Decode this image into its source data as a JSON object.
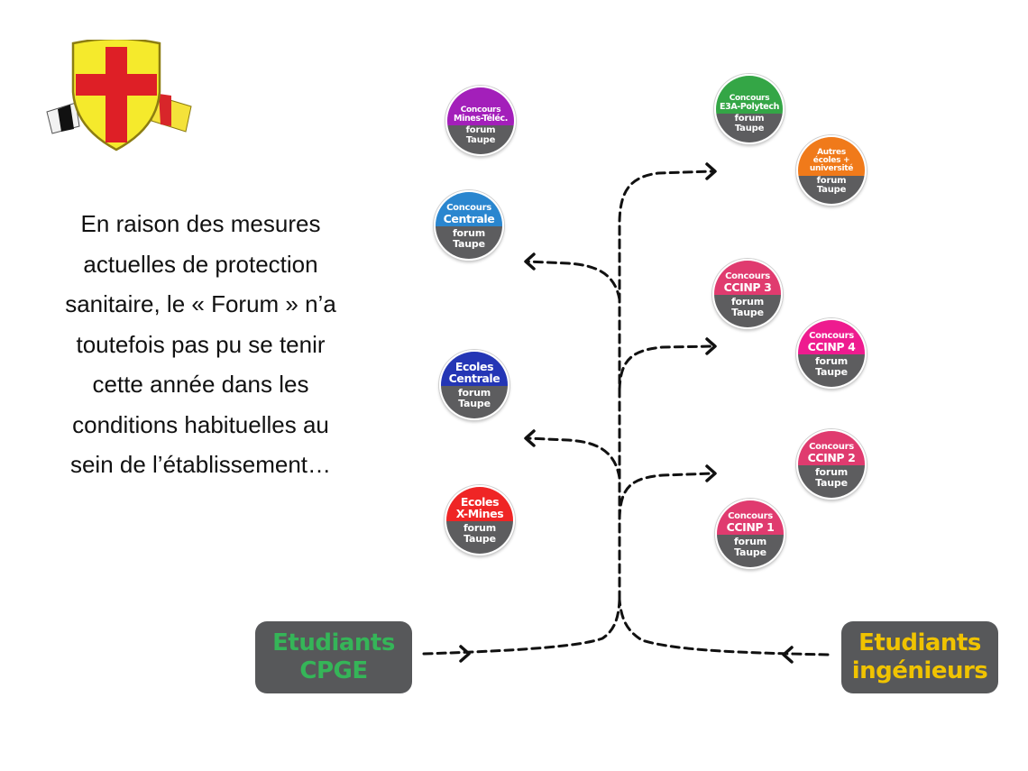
{
  "intro_lines": [
    "En raison des mesures",
    "actuelles de protection",
    "sanitaire, le « Forum » n’a",
    "toutefois pas pu se tenir",
    "cette année dans les",
    "conditions habituelles au",
    "sein de l’établissement…"
  ],
  "colors": {
    "node_bottom": "#5d5d5f",
    "box_bg": "#57585a",
    "cpge_text": "#35b558",
    "ingenieurs_text": "#f0c300",
    "arrow": "#111111"
  },
  "crest_icon": "crest-logo-icon",
  "nodes": {
    "mines_telecom": {
      "line1": "Concours",
      "line2": "Mines-Téléc.",
      "forum": "forum",
      "taupe": "Taupe",
      "color": "#a31fba"
    },
    "centrale": {
      "line1": "Concours",
      "line2": "Centrale",
      "forum": "forum",
      "taupe": "Taupe",
      "color": "#2a86cf"
    },
    "ecoles_centrale": {
      "line1": "Ecoles",
      "line2": "Centrale",
      "forum": "forum",
      "taupe": "Taupe",
      "color": "#2436b5"
    },
    "x_mines": {
      "line1": "Ecoles",
      "line2": "X-Mines",
      "forum": "forum",
      "taupe": "Taupe",
      "color": "#ef2525"
    },
    "e3a_polytech": {
      "line1": "Concours",
      "line2": "E3A-Polytech",
      "forum": "forum",
      "taupe": "Taupe",
      "color": "#34a646"
    },
    "autres": {
      "line1": "Autres",
      "line2": "écoles +",
      "line3": "université",
      "forum": "forum",
      "taupe": "Taupe",
      "color": "#f07a1a"
    },
    "ccinp3": {
      "line1": "Concours",
      "line2": "CCINP 3",
      "forum": "forum",
      "taupe": "Taupe",
      "color": "#e03b6f"
    },
    "ccinp4": {
      "line1": "Concours",
      "line2": "CCINP 4",
      "forum": "forum",
      "taupe": "Taupe",
      "color": "#ee1b8f"
    },
    "ccinp2": {
      "line1": "Concours",
      "line2": "CCINP 2",
      "forum": "forum",
      "taupe": "Taupe",
      "color": "#e03b6f"
    },
    "ccinp1": {
      "line1": "Concours",
      "line2": "CCINP 1",
      "forum": "forum",
      "taupe": "Taupe",
      "color": "#e03b6f"
    }
  },
  "boxes": {
    "cpge": {
      "line1": "Etudiants",
      "line2": "CPGE"
    },
    "ingenieurs": {
      "line1": "Etudiants",
      "line2": "ingénieurs"
    }
  }
}
